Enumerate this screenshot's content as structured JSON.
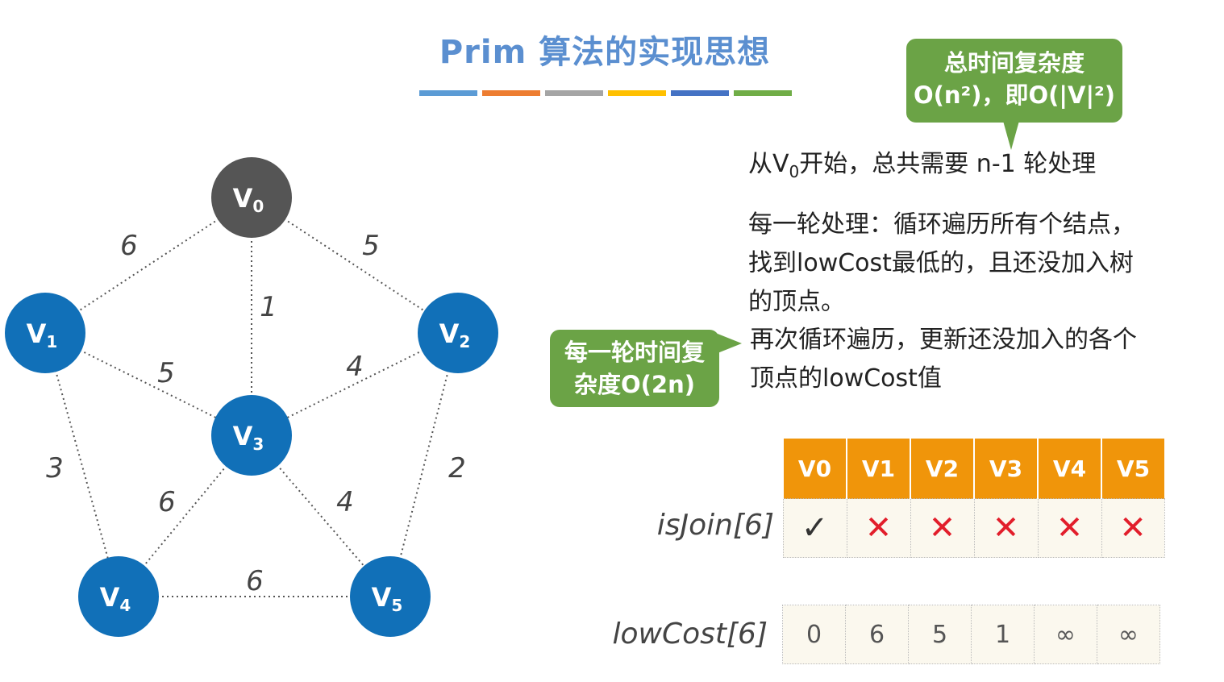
{
  "title": "Prim 算法的实现思想",
  "title_bar_colors": [
    "#5b9bd5",
    "#ed7d31",
    "#a5a5a5",
    "#ffc000",
    "#4472c4",
    "#70ad47"
  ],
  "graph": {
    "vertices": [
      {
        "id": "v0",
        "label": "V",
        "sub": "0",
        "color": "#555555"
      },
      {
        "id": "v1",
        "label": "V",
        "sub": "1",
        "color": "#1170b8"
      },
      {
        "id": "v2",
        "label": "V",
        "sub": "2",
        "color": "#1170b8"
      },
      {
        "id": "v3",
        "label": "V",
        "sub": "3",
        "color": "#1170b8"
      },
      {
        "id": "v4",
        "label": "V",
        "sub": "4",
        "color": "#1170b8"
      },
      {
        "id": "v5",
        "label": "V",
        "sub": "5",
        "color": "#1170b8"
      }
    ],
    "edges": [
      {
        "from": "v0",
        "to": "v1",
        "weight": "6"
      },
      {
        "from": "v0",
        "to": "v2",
        "weight": "5"
      },
      {
        "from": "v0",
        "to": "v3",
        "weight": "1"
      },
      {
        "from": "v1",
        "to": "v3",
        "weight": "5"
      },
      {
        "from": "v2",
        "to": "v3",
        "weight": "4"
      },
      {
        "from": "v1",
        "to": "v4",
        "weight": "3"
      },
      {
        "from": "v2",
        "to": "v5",
        "weight": "2"
      },
      {
        "from": "v3",
        "to": "v4",
        "weight": "6"
      },
      {
        "from": "v3",
        "to": "v5",
        "weight": "4"
      },
      {
        "from": "v4",
        "to": "v5",
        "weight": "6"
      }
    ]
  },
  "bubble_total": {
    "line1": "总时间复杂度",
    "line2": "O(n²)，即O(|V|²)"
  },
  "bubble_round": {
    "line1": "每一轮时间复",
    "line2": "杂度O(2n)"
  },
  "desc": {
    "start_prefix": "从V",
    "start_sub": "0",
    "start_suffix": "开始，总共需要 n-1 轮处理",
    "each_round": "每一轮处理：循环遍历所有个结点，找到lowCost最低的，且还没加入树的顶点。",
    "update": "再次循环遍历，更新还没加入的各个顶点的lowCost值"
  },
  "table": {
    "headers": [
      "V0",
      "V1",
      "V2",
      "V3",
      "V4",
      "V5"
    ],
    "isjoin_label": "isJoin[6]",
    "isjoin_values": [
      "✓",
      "✕",
      "✕",
      "✕",
      "✕",
      "✕"
    ],
    "lowcost_label": "lowCost[6]",
    "lowcost_values": [
      "0",
      "6",
      "5",
      "1",
      "∞",
      "∞"
    ]
  }
}
